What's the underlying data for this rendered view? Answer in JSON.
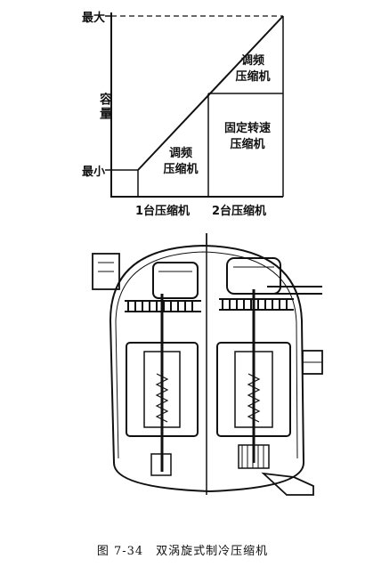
{
  "chart": {
    "y_axis_label": "容量",
    "y_max_label": "最大",
    "y_min_label": "最小",
    "x_label_1": "1台压缩机",
    "x_label_2": "2台压缩机",
    "region_left": "调频\n压缩机",
    "region_right_top": "调频\n压缩机",
    "region_right_bottom": "固定转速\n压缩机"
  },
  "caption": {
    "text": "图 7-34　双涡旋式制冷压缩机"
  }
}
